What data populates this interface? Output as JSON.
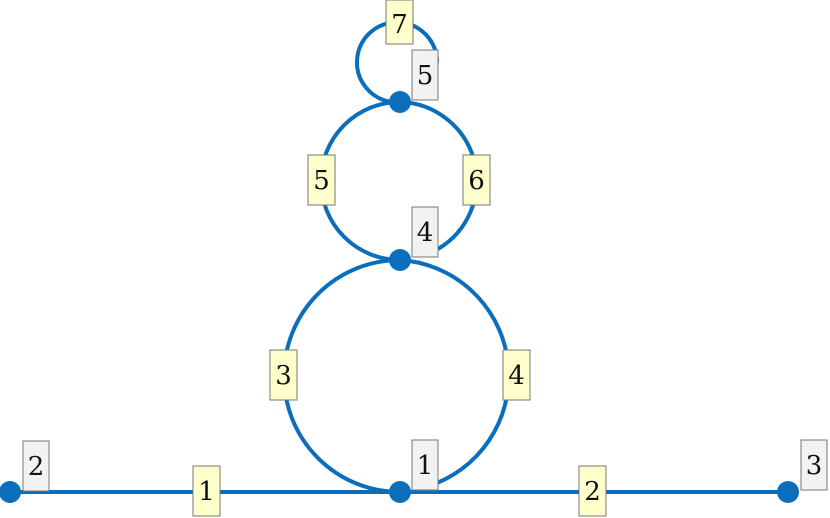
{
  "colors": {
    "edge": "#0a6ebd",
    "vertex": "#0a6ebd",
    "edge_label_bg": "#ffffcc",
    "vertex_label_bg": "#f2f2f2"
  },
  "graph": {
    "vertices": [
      {
        "id": "1",
        "label": "1"
      },
      {
        "id": "2",
        "label": "2"
      },
      {
        "id": "3",
        "label": "3"
      },
      {
        "id": "4",
        "label": "4"
      },
      {
        "id": "5",
        "label": "5"
      }
    ],
    "edges": [
      {
        "id": "1",
        "label": "1",
        "from": "2",
        "to": "1"
      },
      {
        "id": "2",
        "label": "2",
        "from": "1",
        "to": "3"
      },
      {
        "id": "3",
        "label": "3",
        "from": "1",
        "to": "4"
      },
      {
        "id": "4",
        "label": "4",
        "from": "1",
        "to": "4"
      },
      {
        "id": "5",
        "label": "5",
        "from": "4",
        "to": "5"
      },
      {
        "id": "6",
        "label": "6",
        "from": "4",
        "to": "5"
      },
      {
        "id": "7",
        "label": "7",
        "from": "5",
        "to": "5"
      }
    ]
  }
}
